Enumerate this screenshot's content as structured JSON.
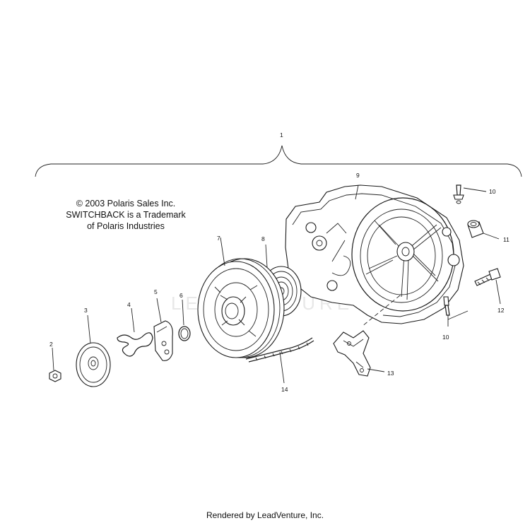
{
  "copyright": {
    "line1": "© 2003 Polaris Sales Inc.",
    "line2": "SWITCHBACK is a Trademark",
    "line3": "of Polaris Industries"
  },
  "footer": "Rendered by LeadVenture, Inc.",
  "watermark": "LEADVENTURE",
  "callouts": {
    "c1": "1",
    "c2": "2",
    "c3": "3",
    "c4": "4",
    "c5": "5",
    "c6": "6",
    "c7": "7",
    "c8": "8",
    "c9": "9",
    "c10a": "10",
    "c10b": "10",
    "c11": "11",
    "c12": "12",
    "c13": "13",
    "c14": "14"
  }
}
